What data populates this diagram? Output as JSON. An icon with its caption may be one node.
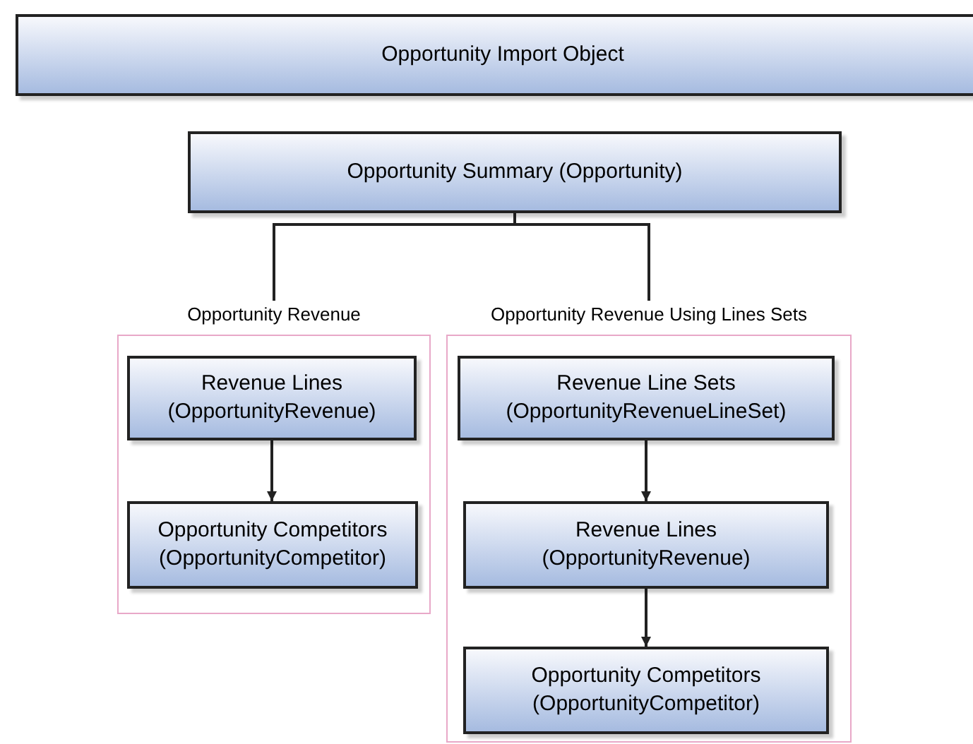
{
  "diagram": {
    "nodes": [
      {
        "text": [
          "Opportunity Import Object"
        ]
      },
      {
        "text": [
          "Opportunity Summary (Opportunity)"
        ]
      },
      {
        "text": [
          "Opportunity Revenue"
        ]
      },
      {
        "text": [
          "Revenue Lines (OpportunityRevenue)"
        ],
        "in": 2
      },
      {
        "text": [
          "Opportunity Competitors (OpportunityCompetitor)"
        ],
        "in": 2
      },
      {
        "text": [
          "Opportunity Revenue Using Lines Sets"
        ]
      },
      {
        "text": [
          "Revenue Line Sets (OpportunityRevenueLineSet)"
        ],
        "in": 5
      },
      {
        "text": [
          "Revenue Lines (OpportunityRevenue)"
        ],
        "in": 5
      },
      {
        "text": [
          "Opportunity Competitors (OpportunityCompetitor)"
        ],
        "in": 5
      }
    ],
    "edges": [
      {
        "from": 1,
        "to": 2,
        "arrow": "none"
      },
      {
        "from": 1,
        "to": 5,
        "arrow": "none"
      },
      {
        "from": 3,
        "to": 4,
        "arrow": "to"
      },
      {
        "from": 6,
        "to": 7,
        "arrow": "to"
      },
      {
        "from": 7,
        "to": 8,
        "arrow": "to"
      }
    ]
  }
}
